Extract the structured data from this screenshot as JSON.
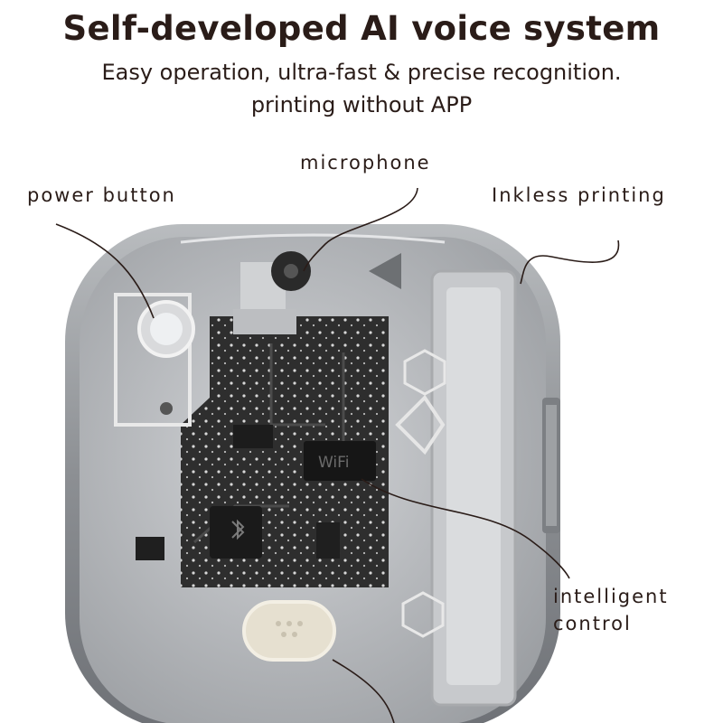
{
  "header": {
    "title": "Self-developed AI voice system",
    "subtitle_line1": "Easy operation, ultra-fast & precise recognition.",
    "subtitle_line2": "printing without APP"
  },
  "callouts": {
    "microphone": "microphone",
    "power_button": "power button",
    "inkless_printing": "Inkless printing",
    "intelligent_control_line1": "intelligent",
    "intelligent_control_line2": "control"
  },
  "board": {
    "chip_label": "WiFi",
    "bluetooth_icon": "bluetooth-icon"
  },
  "colors": {
    "text": "#2a1c18",
    "shell": "#8a8d90",
    "board": "#2e2e2e"
  }
}
